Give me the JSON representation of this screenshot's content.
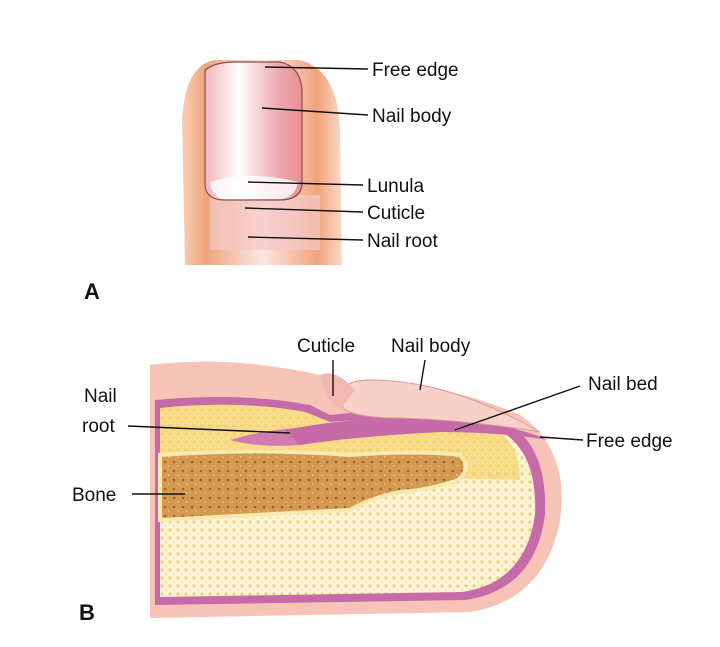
{
  "figure_a": {
    "panel_label": "A",
    "labels": {
      "free_edge": "Free edge",
      "nail_body": "Nail body",
      "lunula": "Lunula",
      "cuticle": "Cuticle",
      "nail_root": "Nail root"
    }
  },
  "figure_b": {
    "panel_label": "B",
    "labels": {
      "cuticle": "Cuticle",
      "nail_body": "Nail body",
      "nail_bed": "Nail bed",
      "nail_root_line1": "Nail",
      "nail_root_line2": "root",
      "free_edge": "Free edge",
      "bone": "Bone"
    }
  },
  "colors": {
    "skin": "#f2a57e",
    "nail": "#f4c6c8",
    "membrane": "#c76aa8",
    "tissue": "#f5d26a",
    "bone": "#c98a3e"
  }
}
